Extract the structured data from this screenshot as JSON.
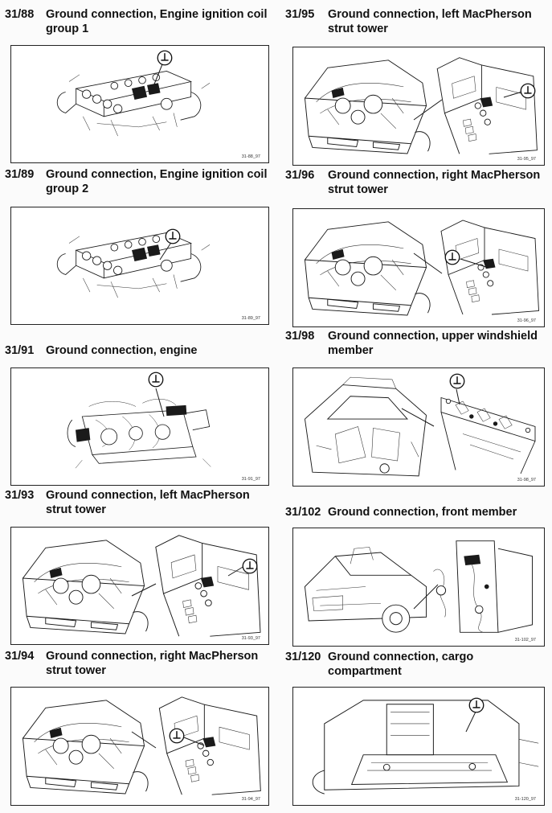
{
  "entries": [
    {
      "code": "31/88",
      "title": "Ground connection, Engine ignition coil group 1",
      "figref": "31-88_97",
      "icon": "engine-coil-illustration"
    },
    {
      "code": "31/89",
      "title": "Ground connection, Engine ignition coil group 2",
      "figref": "31-89_97",
      "icon": "engine-coil-illustration"
    },
    {
      "code": "31/91",
      "title": "Ground connection, engine",
      "figref": "31-91_97",
      "icon": "engine-side-illustration"
    },
    {
      "code": "31/93",
      "title": "Ground connection, left MacPherson strut tower",
      "figref": "31-93_97",
      "icon": "engine-bay-strut-illustration"
    },
    {
      "code": "31/94",
      "title": "Ground connection, right MacPherson strut tower",
      "figref": "31-94_97",
      "icon": "engine-bay-strut-illustration"
    },
    {
      "code": "31/95",
      "title": "Ground connection, left MacPherson strut tower",
      "figref": "31-95_97",
      "icon": "engine-bay-strut-illustration"
    },
    {
      "code": "31/96",
      "title": "Ground connection, right MacPherson strut tower",
      "figref": "31-96_97",
      "icon": "engine-bay-strut-illustration"
    },
    {
      "code": "31/98",
      "title": "Ground connection, upper windshield member",
      "figref": "31-98_97",
      "icon": "windshield-member-illustration"
    },
    {
      "code": "31/102",
      "title": "Ground connection, front member",
      "figref": "31-102_97",
      "icon": "front-member-illustration"
    },
    {
      "code": "31/120",
      "title": "Ground connection, cargo compartment",
      "figref": "31-120_97",
      "icon": "cargo-compartment-illustration"
    }
  ]
}
